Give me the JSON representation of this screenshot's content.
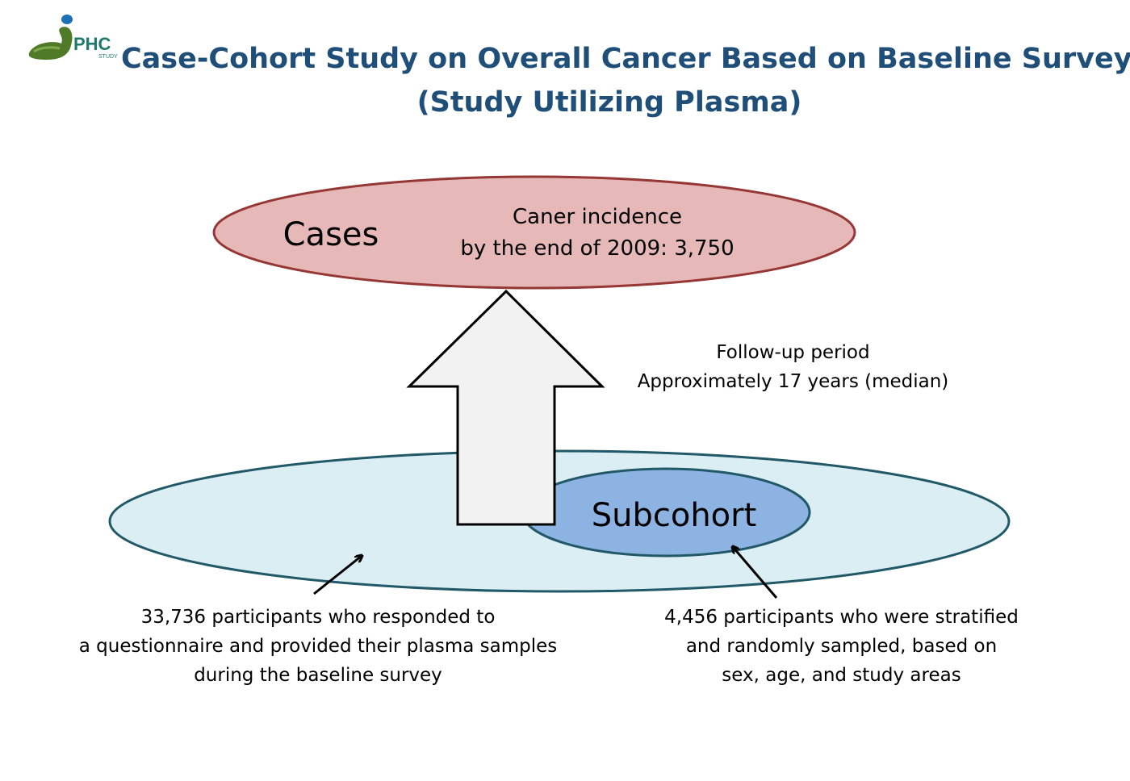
{
  "logo": {
    "text": "PHC",
    "subtext": "STUDY"
  },
  "title": {
    "line1": "Case-Cohort Study on Overall Cancer Based on Baseline Survey",
    "line2": "(Study Utilizing Plasma)"
  },
  "cases": {
    "label": "Cases",
    "detail_line1": "Caner incidence",
    "detail_line2": "by the end of 2009: 3,750"
  },
  "follow_up": {
    "line1": "Follow-up period",
    "line2": "Approximately 17 years (median)"
  },
  "subcohort": {
    "label": "Subcohort"
  },
  "cohort_note": {
    "line1": "33,736 participants who responded to",
    "line2": "a questionnaire and provided their plasma samples",
    "line3": "during the baseline survey"
  },
  "subcohort_note": {
    "line1": "4,456 participants who were stratified",
    "line2": "and randomly sampled, based on",
    "line3": "sex, age, and study areas"
  },
  "colors": {
    "title": "#1f4e79",
    "cases_fill": "#e6b8b7",
    "cases_stroke": "#953735",
    "cohort_fill": "#dbeef4",
    "cohort_stroke": "#215968",
    "subcohort_fill": "#8db3e2",
    "subcohort_stroke": "#215968",
    "arrow_fill": "#f2f2f2",
    "logo_green": "#4f7a28",
    "logo_dot": "#1f6fb5"
  }
}
